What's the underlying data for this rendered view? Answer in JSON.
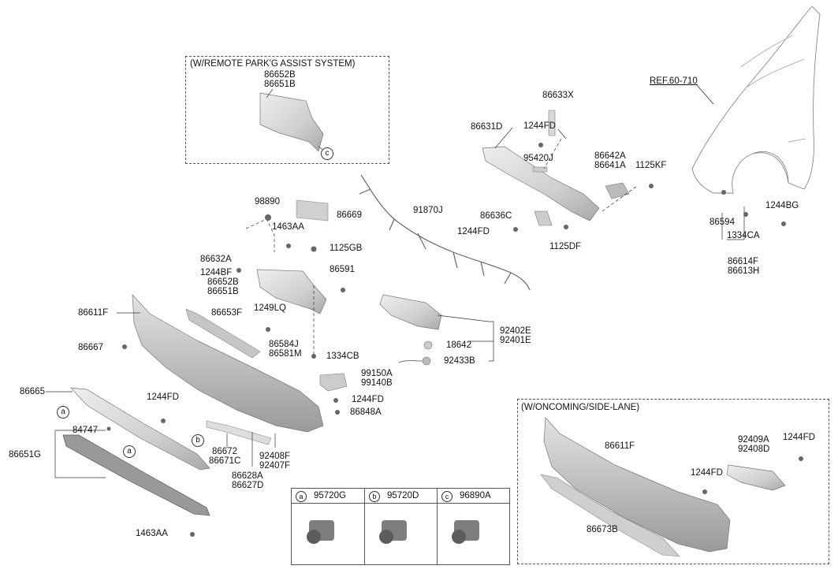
{
  "boxes": {
    "remote_park": "(W/REMOTE PARK'G ASSIST SYSTEM)",
    "oncoming": "(W/ONCOMING/SIDE-LANE)"
  },
  "labels": {
    "p86652B_top": "86652B",
    "p86651B_top": "86651B",
    "p86633X": "86633X",
    "p86631D": "86631D",
    "p1244FD_a": "1244FD",
    "p95420J": "95420J",
    "p86642A": "86642A",
    "p86641A": "86641A",
    "p1125KF": "1125KF",
    "ref": "REF.60-710",
    "p98890": "98890",
    "p86669": "86669",
    "p91870J": "91870J",
    "p86636C": "86636C",
    "p1244FD_b": "1244FD",
    "p1125DF": "1125DF",
    "p1463AA_a": "1463AA",
    "p1125GB": "1125GB",
    "p86632A": "86632A",
    "p1244BF": "1244BF",
    "p86652B_mid": "86652B",
    "p86651B_mid": "86651B",
    "p86591": "86591",
    "p1244BG": "1244BG",
    "p86594": "86594",
    "p1334CA": "1334CA",
    "p86614F": "86614F",
    "p86613H": "86613H",
    "p86611F_a": "86611F",
    "p1249LQ": "1249LQ",
    "p86653F": "86653F",
    "p86667": "86667",
    "p86584J": "86584J",
    "p86581M": "86581M",
    "p1334CB": "1334CB",
    "p92402E": "92402E",
    "p92401E": "92401E",
    "p18642": "18642",
    "p92433B": "92433B",
    "p99150A": "99150A",
    "p99140B": "99140B",
    "p86665": "86665",
    "p1244FD_c": "1244FD",
    "p1244FD_d": "1244FD",
    "p86848A": "86848A",
    "p84747": "84747",
    "p86651G": "86651G",
    "p86672": "86672",
    "p86671C": "86671C",
    "p92408F": "92408F",
    "p92407F": "92407F",
    "p86628A": "86628A",
    "p86627D": "86627D",
    "p1463AA_b": "1463AA",
    "p86611F_b": "86611F",
    "p92409A": "92409A",
    "p92408D": "92408D",
    "p1244FD_e": "1244FD",
    "p1244FD_f": "1244FD",
    "p86673B": "86673B"
  },
  "callouts": {
    "a": "a",
    "b": "b",
    "c": "c"
  },
  "legend": [
    {
      "letter": "a",
      "part": "95720G"
    },
    {
      "letter": "b",
      "part": "95720D"
    },
    {
      "letter": "c",
      "part": "96890A"
    }
  ]
}
